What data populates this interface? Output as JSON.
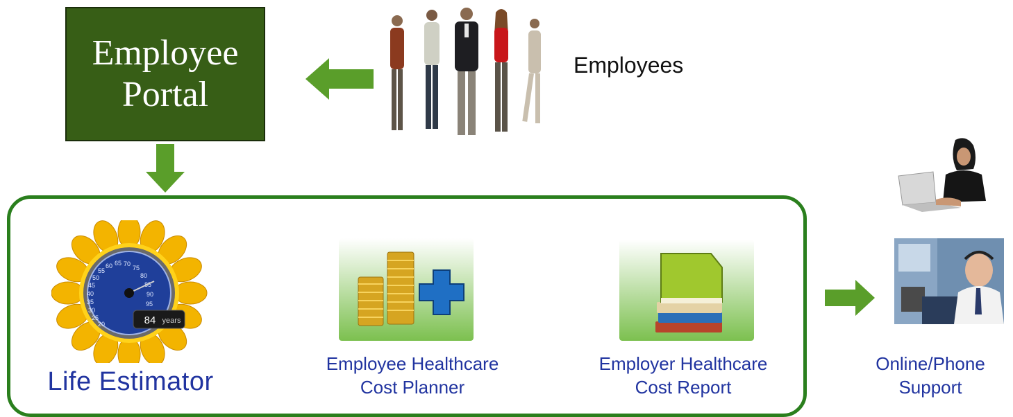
{
  "portal": {
    "line1": "Employee",
    "line2": "Portal"
  },
  "employees": {
    "label": "Employees"
  },
  "life_estimator": {
    "label": "Life Estimator",
    "age_value": "84",
    "age_unit": "years",
    "dial_numbers": [
      "20",
      "25",
      "30",
      "35",
      "40",
      "45",
      "50",
      "55",
      "60",
      "65",
      "70",
      "75",
      "80",
      "85",
      "90",
      "95"
    ]
  },
  "planner": {
    "line1": "Employee Healthcare",
    "line2": "Cost Planner"
  },
  "report": {
    "line1": "Employer Healthcare",
    "line2": "Cost Report"
  },
  "support": {
    "line1": "Online/Phone",
    "line2": "Support"
  },
  "colors": {
    "portal_bg": "#375e16",
    "arrow": "#5a9e2a",
    "frame": "#2a7f1d",
    "label_blue": "#2134a0"
  }
}
